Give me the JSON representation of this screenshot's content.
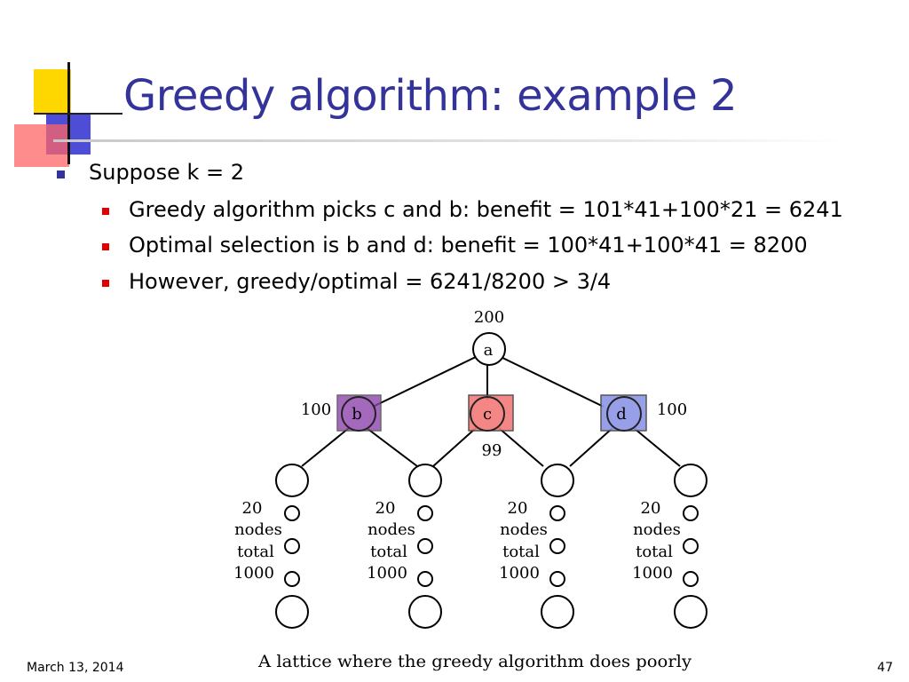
{
  "slide": {
    "title": "Greedy algorithm: example 2",
    "bullets": [
      {
        "level": 1,
        "text": "Suppose k = 2"
      },
      {
        "level": 2,
        "text": "Greedy algorithm picks c and b: benefit = 101*41+100*21 = 6241"
      },
      {
        "level": 2,
        "text": "Optimal selection is b and d: benefit = 100*41+100*41 = 8200"
      },
      {
        "level": 2,
        "text": "However, greedy/optimal = 6241/8200 > 3/4"
      }
    ],
    "date": "March 13, 2014",
    "page_number": "47"
  },
  "diagram": {
    "nodes": {
      "a": {
        "label": "a",
        "size": "200"
      },
      "b": {
        "label": "b",
        "size": "100",
        "selected_by": "optimal",
        "highlight_color": "#8e44ad"
      },
      "c": {
        "label": "c",
        "size": "99",
        "selected_by": "greedy",
        "highlight_color": "#f47a7a"
      },
      "d": {
        "label": "d",
        "size": "100",
        "selected_by": "optimal",
        "highlight_color": "#8c95e6"
      }
    },
    "groups": [
      {
        "count": "20",
        "word1": "nodes",
        "word2": "total",
        "total": "1000"
      },
      {
        "count": "20",
        "word1": "nodes",
        "word2": "total",
        "total": "1000"
      },
      {
        "count": "20",
        "word1": "nodes",
        "word2": "total",
        "total": "1000"
      },
      {
        "count": "20",
        "word1": "nodes",
        "word2": "total",
        "total": "1000"
      }
    ],
    "caption": "A lattice where the greedy algorithm does poorly"
  },
  "colors": {
    "title": "#333399",
    "level1_bullet": "#333399",
    "level2_bullet": "#e00000"
  }
}
